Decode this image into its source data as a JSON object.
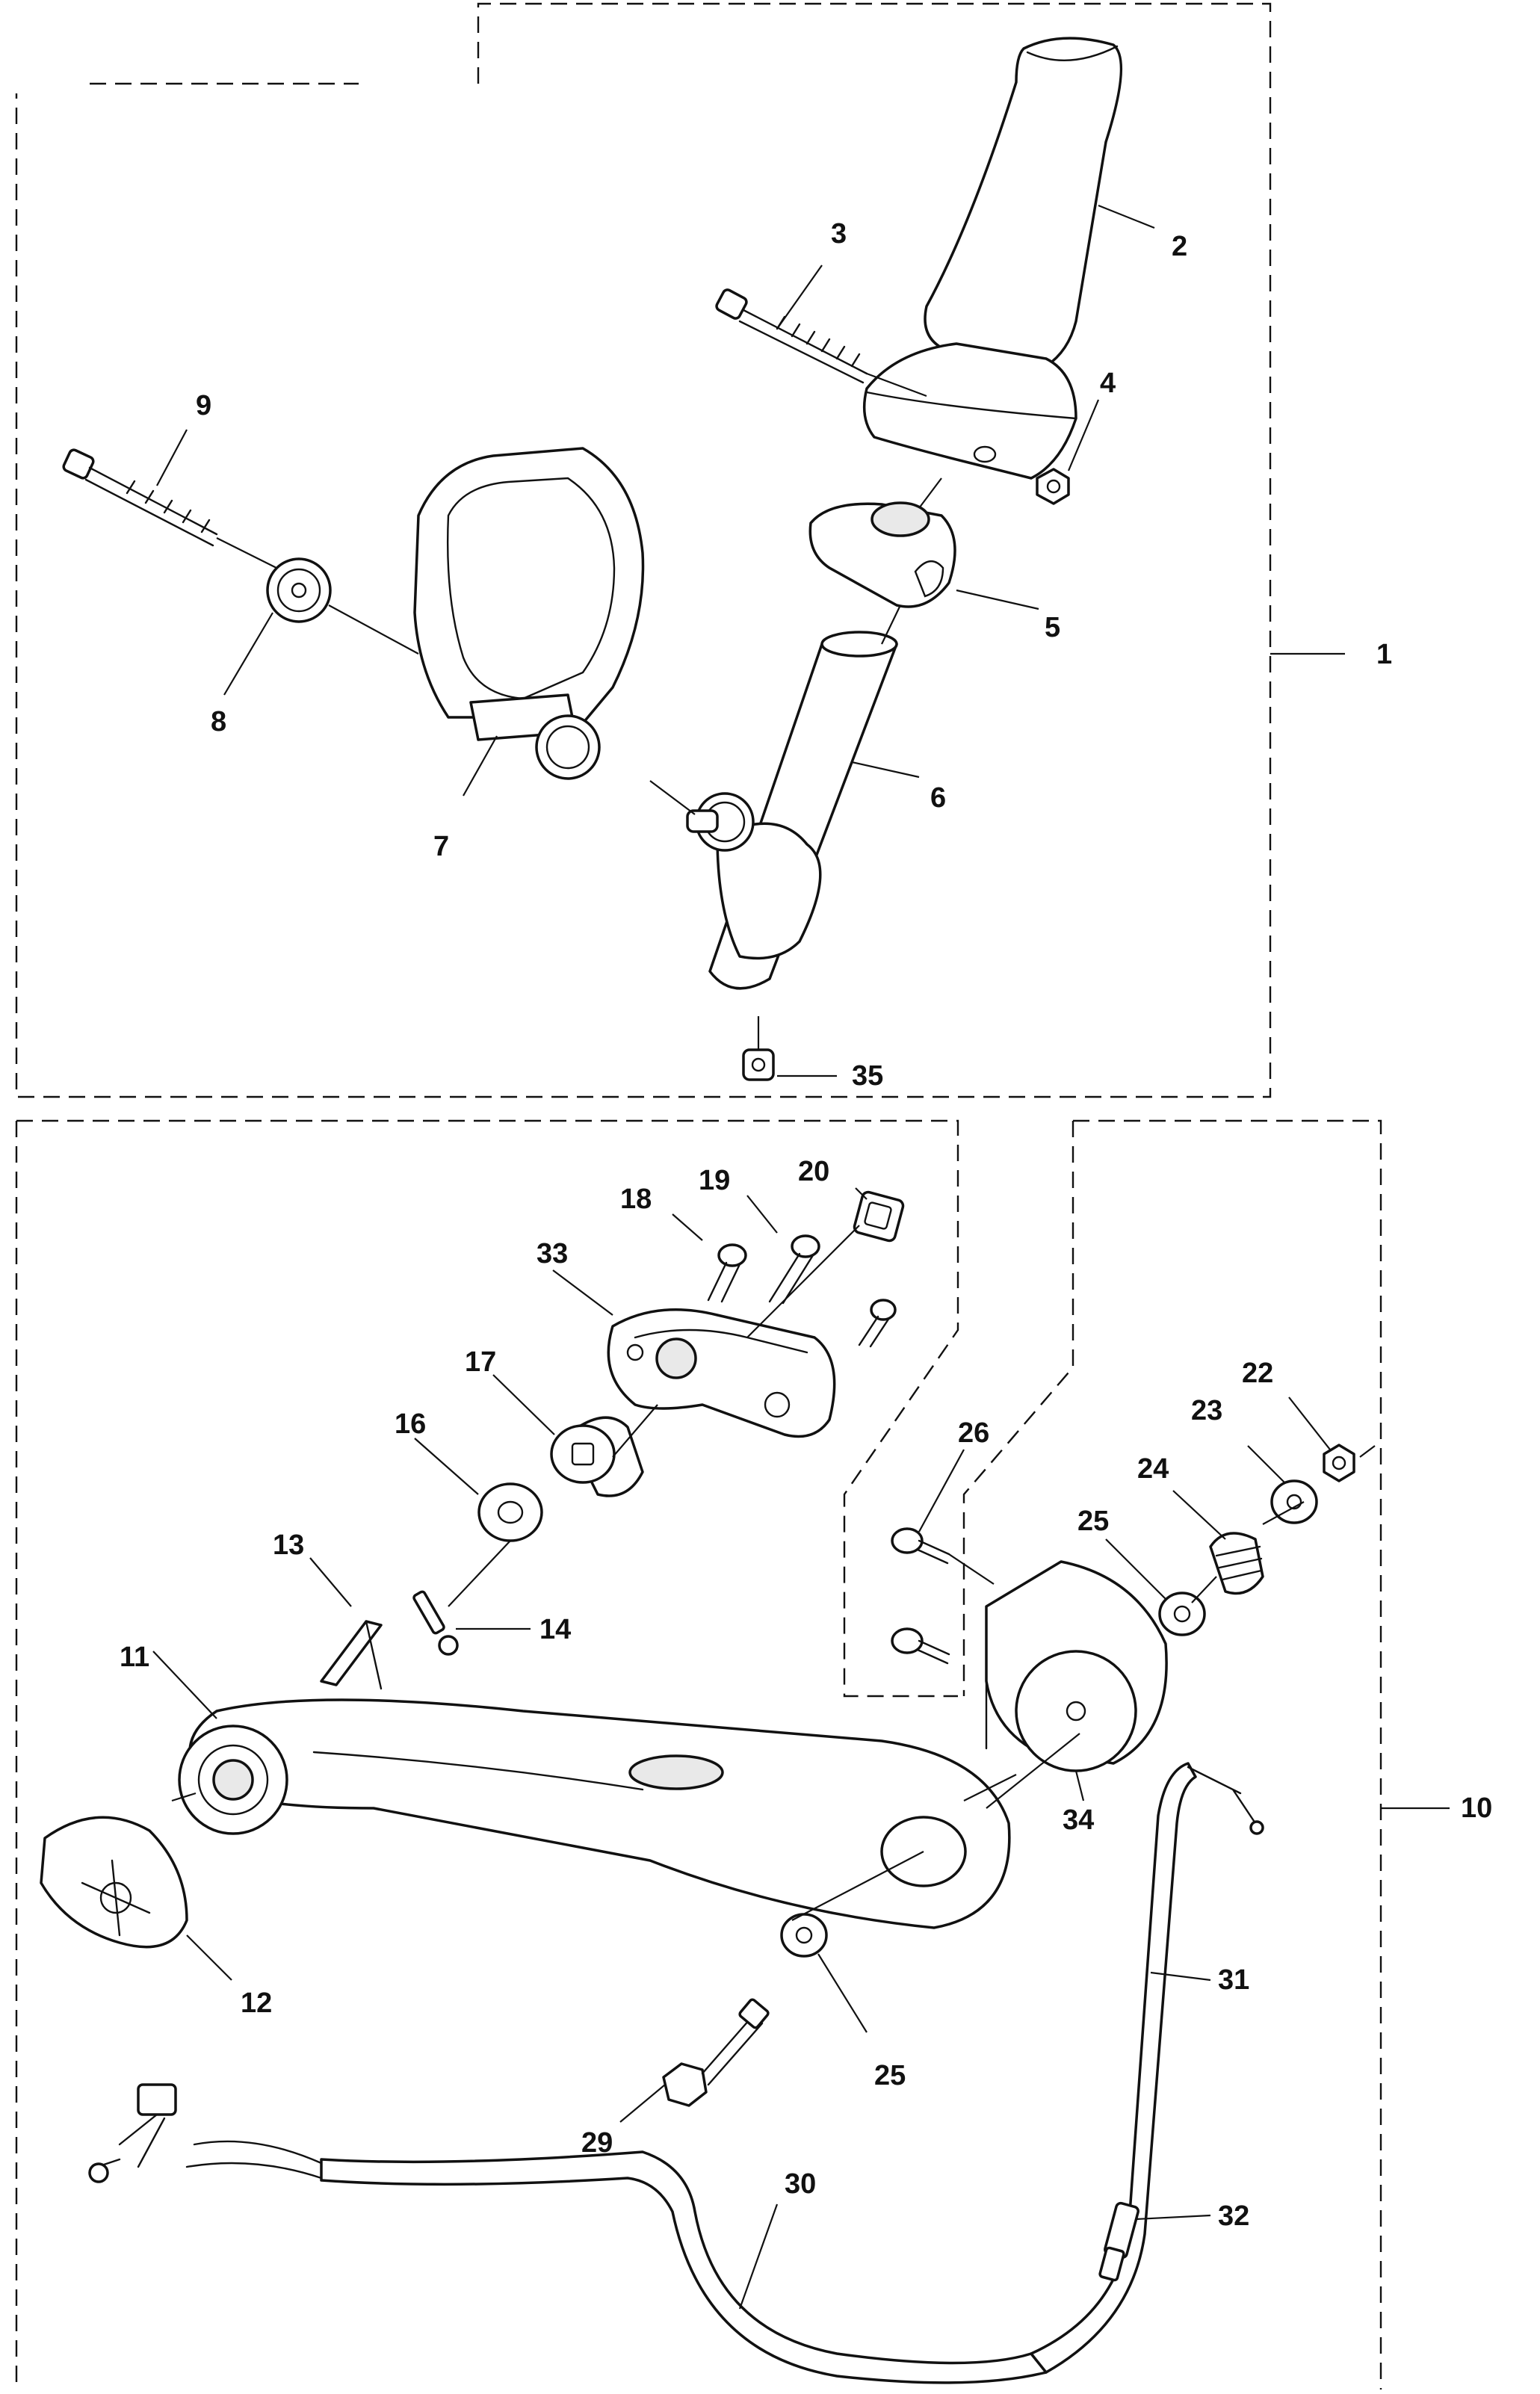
{
  "diagram": {
    "callouts": [
      {
        "id": "1",
        "label": "1"
      },
      {
        "id": "2",
        "label": "2"
      },
      {
        "id": "3",
        "label": "3"
      },
      {
        "id": "4",
        "label": "4"
      },
      {
        "id": "5",
        "label": "5"
      },
      {
        "id": "6",
        "label": "6"
      },
      {
        "id": "7",
        "label": "7"
      },
      {
        "id": "8",
        "label": "8"
      },
      {
        "id": "9",
        "label": "9"
      },
      {
        "id": "10",
        "label": "10"
      },
      {
        "id": "11",
        "label": "11"
      },
      {
        "id": "12",
        "label": "12"
      },
      {
        "id": "13",
        "label": "13"
      },
      {
        "id": "14",
        "label": "14"
      },
      {
        "id": "16",
        "label": "16"
      },
      {
        "id": "17",
        "label": "17"
      },
      {
        "id": "18",
        "label": "18"
      },
      {
        "id": "19",
        "label": "19"
      },
      {
        "id": "20",
        "label": "20"
      },
      {
        "id": "22",
        "label": "22"
      },
      {
        "id": "23",
        "label": "23"
      },
      {
        "id": "24",
        "label": "24"
      },
      {
        "id": "25a",
        "label": "25"
      },
      {
        "id": "25b",
        "label": "25"
      },
      {
        "id": "26",
        "label": "26"
      },
      {
        "id": "29",
        "label": "29"
      },
      {
        "id": "30",
        "label": "30"
      },
      {
        "id": "31",
        "label": "31"
      },
      {
        "id": "32",
        "label": "32"
      },
      {
        "id": "33",
        "label": "33"
      },
      {
        "id": "34",
        "label": "34"
      },
      {
        "id": "35",
        "label": "35"
      }
    ]
  }
}
